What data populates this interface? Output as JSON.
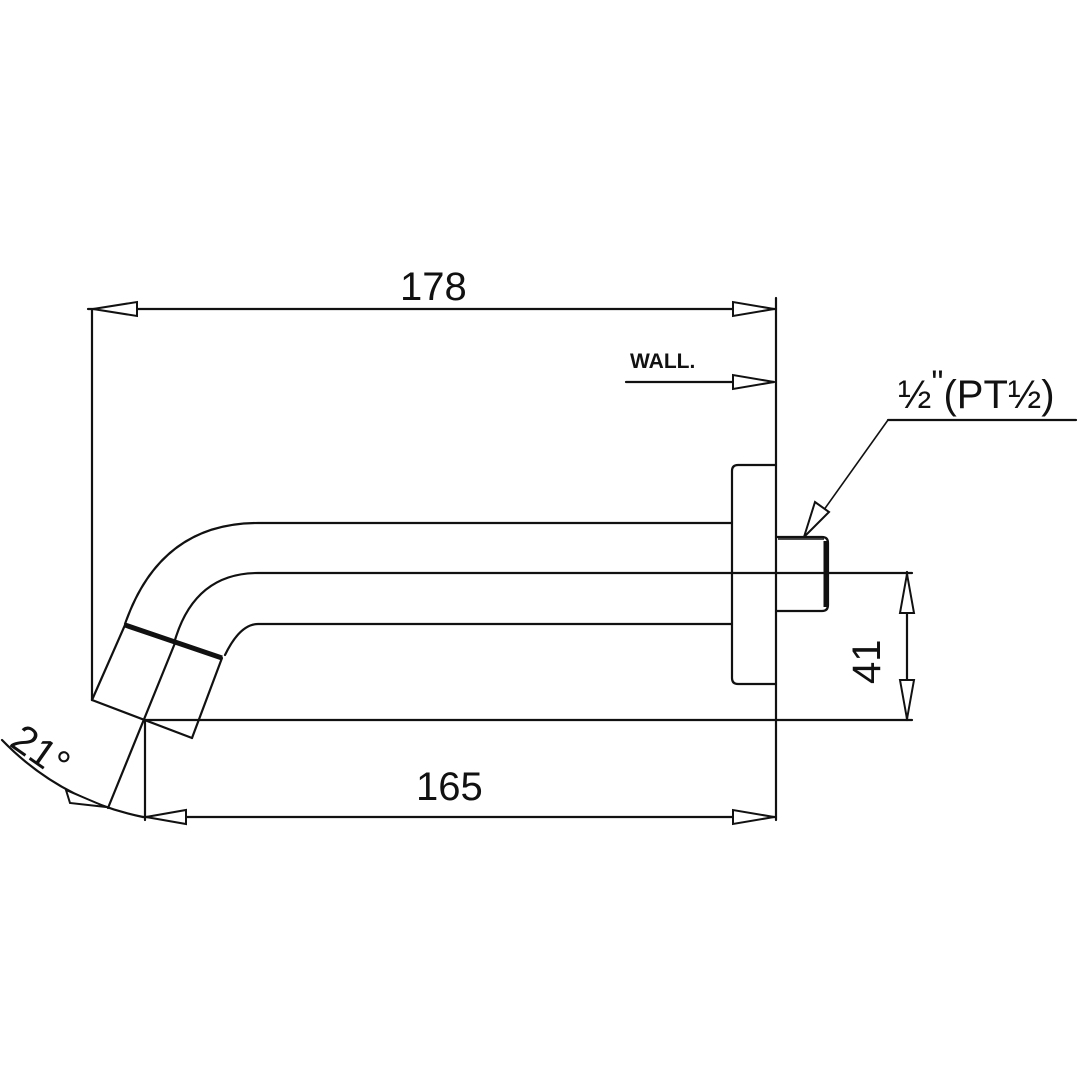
{
  "drawing": {
    "type": "technical-drawing",
    "subject": "wall-mounted spout side view",
    "dimensions": {
      "overall_length": "178",
      "spout_reach": "165",
      "outlet_height": "41",
      "outlet_angle": "21°"
    },
    "labels": {
      "wall": "WALL.",
      "thread_fraction": "½",
      "thread_inch_mark": "\"",
      "thread_paren_open": "(PT",
      "thread_paren_fraction": "½",
      "thread_paren_close": ")",
      "thread_full": "½\" (PT½)"
    },
    "colors": {
      "line": "#111111",
      "background": "#ffffff"
    }
  }
}
